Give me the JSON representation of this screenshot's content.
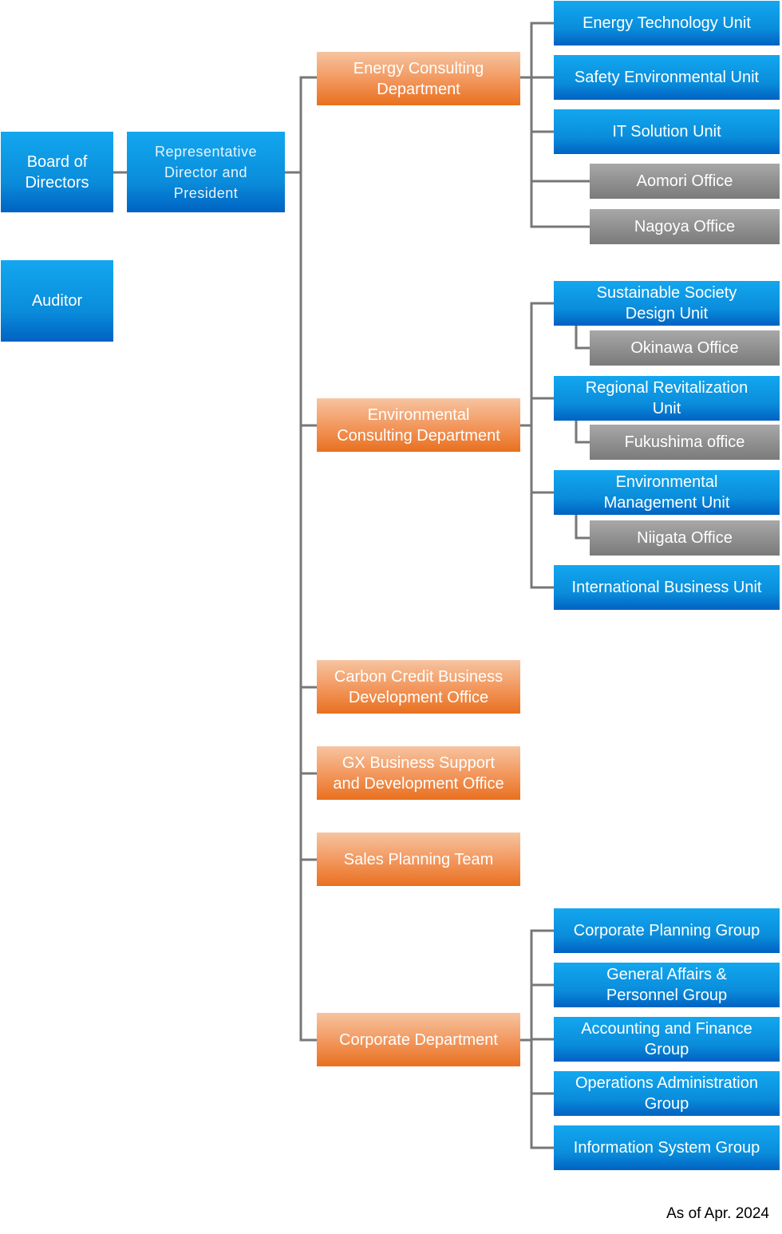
{
  "chart_title": "",
  "colors": {
    "connector": "#777777",
    "unit_blue": "#0a8ddb",
    "department_orange": "#ef8440",
    "office_gray": "#8c8c8c"
  },
  "nodes": {
    "board": "Board of\nDirectors",
    "auditor": "Auditor",
    "president": "Representative\nDirector and\nPresident",
    "energy_dept": "Energy Consulting\nDepartment",
    "energy_tech": "Energy Technology Unit",
    "safety_env": "Safety Environmental Unit",
    "it_solution": "IT Solution Unit",
    "aomori": "Aomori Office",
    "nagoya": "Nagoya Office",
    "env_dept": "Environmental\nConsulting Department",
    "sustainable": "Sustainable Society\nDesign Unit",
    "okinawa": "Okinawa Office",
    "regional": "Regional Revitalization\nUnit",
    "fukushima": "Fukushima office",
    "env_mgmt": "Environmental\nManagement Unit",
    "niigata": "Niigata Office",
    "intl": "International Business Unit",
    "carbon": "Carbon Credit Business\nDevelopment Office",
    "gx": "GX Business Support\nand Development Office",
    "sales": "Sales Planning Team",
    "corp_dept": "Corporate Department",
    "corp_plan": "Corporate Planning Group",
    "ga_personnel": "General Affairs &\nPersonnel Group",
    "accounting": "Accounting and Finance\nGroup",
    "operations": "Operations Administration\nGroup",
    "info_system": "Information System Group"
  },
  "footnote": "As of Apr. 2024"
}
